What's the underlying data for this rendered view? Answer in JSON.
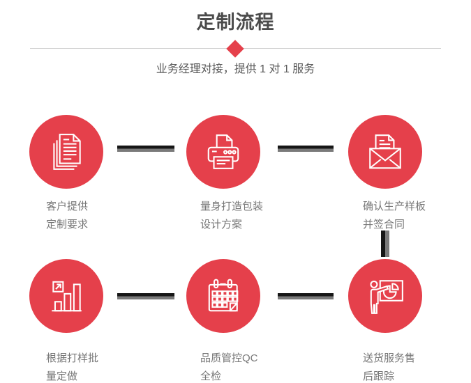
{
  "header": {
    "title": "定制流程",
    "subtitle": "业务经理对接，提供 1 对 1 服务"
  },
  "steps": [
    {
      "id": 1,
      "icon": "documents-icon",
      "label1": "客户提供",
      "label2": "定制要求"
    },
    {
      "id": 2,
      "icon": "printer-icon",
      "label1": "量身打造包装",
      "label2": "设计方案"
    },
    {
      "id": 3,
      "icon": "envelope-icon",
      "label1": "确认生产样板",
      "label2": "并签合同"
    },
    {
      "id": 4,
      "icon": "bar-chart-icon",
      "label1": "根据打样批",
      "label2": "量定做"
    },
    {
      "id": 5,
      "icon": "calendar-icon",
      "label1": "品质管控QC",
      "label2": "全检"
    },
    {
      "id": 6,
      "icon": "presenter-icon",
      "label1": "送货服务售",
      "label2": "后跟踪"
    }
  ],
  "connectors": {
    "horizontal_count": 4,
    "vertical_count": 1,
    "style": "two-tone bar, black over gray"
  },
  "colors": {
    "accent_red": "#e5404b",
    "title_text": "#4b4b4b",
    "subtitle_text": "#595959",
    "label_text": "#777777",
    "divider": "#cfcfcf",
    "connector_dark": "#161616",
    "connector_gray": "#7a7a7a",
    "icon_stroke": "#ffffff"
  }
}
